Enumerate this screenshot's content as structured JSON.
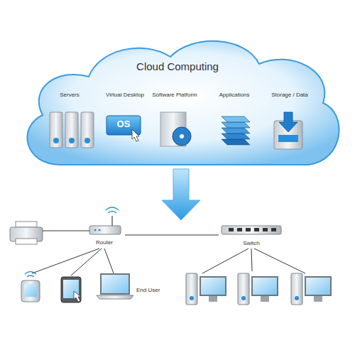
{
  "diagram": {
    "nodes": [
      {
        "text": [
          "Cloud Computing"
        ]
      },
      {
        "text": [
          "Servers"
        ],
        "in": 0
      },
      {
        "text": [
          "Virtual Desktop",
          "OS"
        ],
        "in": 0
      },
      {
        "text": [
          "Software Platform"
        ],
        "in": 0
      },
      {
        "text": [
          "Applications"
        ],
        "in": 0
      },
      {
        "text": [
          "Storage / Data"
        ],
        "in": 0
      },
      {
        "text": [
          "Router"
        ]
      },
      {
        "text": [
          "Switch"
        ]
      }
    ],
    "edges": [
      {
        "from": 6,
        "to": 7,
        "arrow": "none"
      }
    ],
    "labels": [
      "End User"
    ]
  }
}
